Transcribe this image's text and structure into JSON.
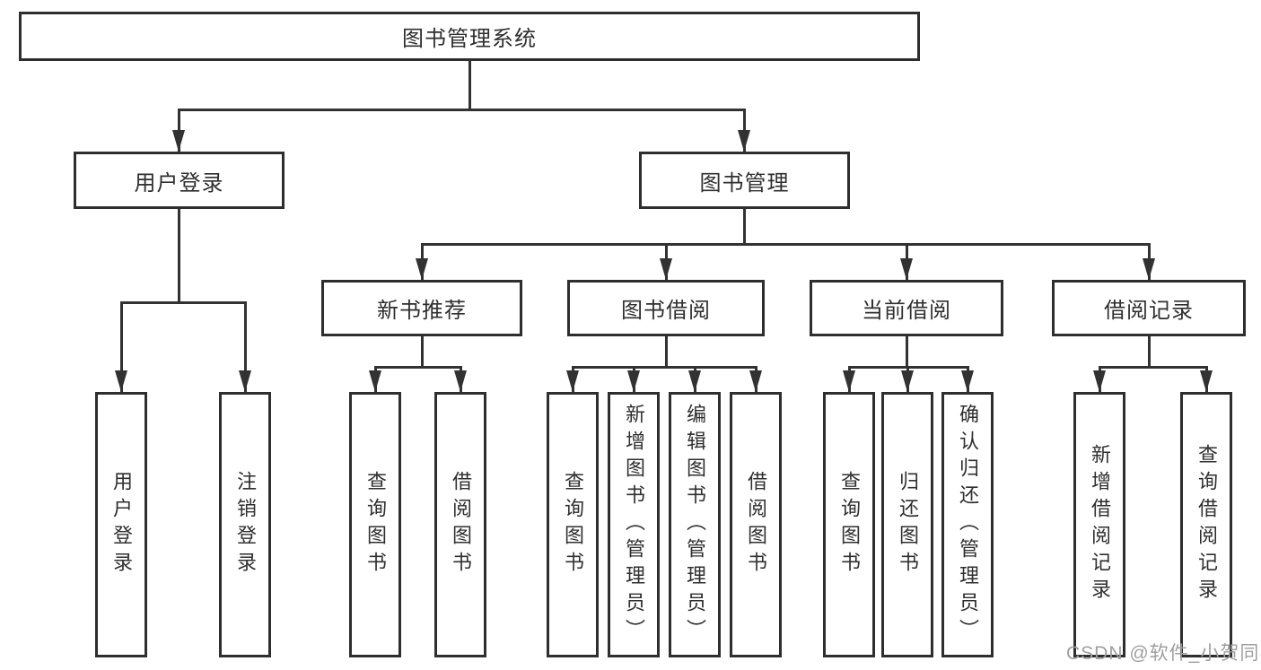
{
  "colors": {
    "line": "#323232",
    "border": "#2e2e2e",
    "text": "#2f2f2f",
    "watermark": "#9f9f9f",
    "background": "#ffffff"
  },
  "tree": {
    "root": {
      "label": "图书管理系统"
    },
    "branches": [
      {
        "label": "用户登录",
        "children": [
          {
            "label": "用户登录"
          },
          {
            "label": "注销登录"
          }
        ]
      },
      {
        "label": "图书管理",
        "children": [
          {
            "label": "新书推荐",
            "children": [
              {
                "label": "查询图书"
              },
              {
                "label": "借阅图书"
              }
            ]
          },
          {
            "label": "图书借阅",
            "children": [
              {
                "label": "查询图书"
              },
              {
                "label": "新增图书（管理员）"
              },
              {
                "label": "编辑图书（管理员）"
              },
              {
                "label": "借阅图书"
              }
            ]
          },
          {
            "label": "当前借阅",
            "children": [
              {
                "label": "查询图书"
              },
              {
                "label": "归还图书"
              },
              {
                "label": "确认归还（管理员）"
              }
            ]
          },
          {
            "label": "借阅记录",
            "children": [
              {
                "label": "新增借阅记录"
              },
              {
                "label": "查询借阅记录"
              }
            ]
          }
        ]
      }
    ]
  },
  "watermark": {
    "label": "CSDN @软件_小贺同学"
  }
}
